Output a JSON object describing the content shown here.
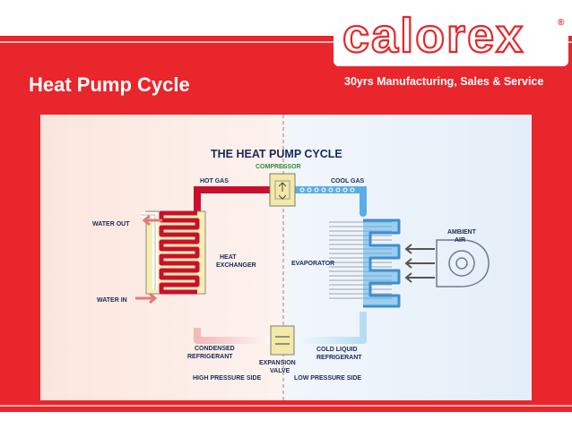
{
  "brand": {
    "logo_text": "calorex",
    "registered": "®",
    "tagline": "30yrs Manufacturing, Sales & Service"
  },
  "slide": {
    "title": "Heat Pump Cycle"
  },
  "diagram": {
    "title": "THE HEAT PUMP CYCLE",
    "labels": {
      "compressor": "COMPRESSOR",
      "hot_gas": "HOT GAS",
      "cool_gas": "COOL GAS",
      "water_out": "WATER OUT",
      "water_in": "WATER IN",
      "heat": "HEAT",
      "exchanger": "EXCHANGER",
      "evaporator": "EVAPORATOR",
      "ambient": "AMBIENT",
      "air": "AIR",
      "condensed": "CONDENSED",
      "refrigerant_left": "REFRIGERANT",
      "expansion": "EXPANSION",
      "valve": "VALVE",
      "cold_liquid": "COLD LIQUID",
      "refrigerant_right": "REFRIGERANT",
      "high_pressure": "HIGH PRESSURE SIDE",
      "low_pressure": "LOW PRESSURE SIDE"
    },
    "colors": {
      "hot": "#c8102e",
      "cold": "#4aa3df",
      "exchanger_fill": "#f7efb0",
      "warm_bg": "#fbe9e2",
      "cool_bg": "#e9f1f8",
      "label": "#1a2a57",
      "brand_red": "#e8262b"
    }
  }
}
